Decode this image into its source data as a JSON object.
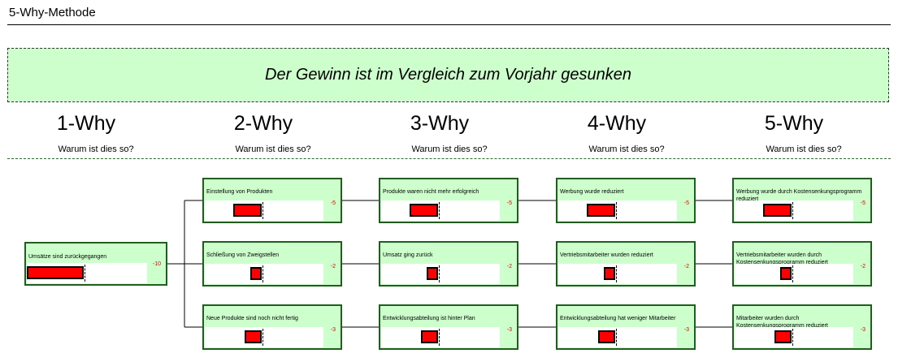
{
  "header": {
    "title": "5-Why-Methode"
  },
  "problem": {
    "text": "Der Gewinn ist im Vergleich zum Vorjahr gesunken"
  },
  "columns": [
    {
      "label": "1-Why",
      "question": "Warum ist dies so?"
    },
    {
      "label": "2-Why",
      "question": "Warum ist dies so?"
    },
    {
      "label": "3-Why",
      "question": "Warum ist dies so?"
    },
    {
      "label": "4-Why",
      "question": "Warum ist dies so?"
    },
    {
      "label": "5-Why",
      "question": "Warum ist dies so?"
    }
  ],
  "colors": {
    "node_fill": "#ccffcc",
    "node_border": "#1f5e1f",
    "bar_fill": "#ff0000",
    "value_text": "#e00000"
  },
  "root": {
    "text": "Umsätze sind zurückgegangen",
    "value": "-10"
  },
  "chains": [
    [
      {
        "text": "Einstellung von Produkten",
        "value": "-5"
      },
      {
        "text": "Produkte waren nicht mehr erfolgreich",
        "value": "-5"
      },
      {
        "text": "Werbung wurde reduziert",
        "value": "-5"
      },
      {
        "text": "Werbung wurde durch Kostensenkungsprogramm reduziert",
        "value": "-5"
      }
    ],
    [
      {
        "text": "Schließung von Zweigstellen",
        "value": "-2"
      },
      {
        "text": "Umsatz ging zurück",
        "value": "-2"
      },
      {
        "text": "Vertriebsmitarbeiter wurden reduziert",
        "value": "-2"
      },
      {
        "text": "Vertriebsmitarbeiter wurden durch Kostensenkungsprogramm reduziert",
        "value": "-2"
      }
    ],
    [
      {
        "text": "Neue Produkte sind noch nicht fertig",
        "value": "-3"
      },
      {
        "text": "Entwicklungsabteilung ist hinter Plan",
        "value": "-3"
      },
      {
        "text": "Entwicklungsabteilung hat weniger Mitarbeiter",
        "value": "-3"
      },
      {
        "text": "Mitarbeiter wurden durch Kostensenkungsprogramm reduziert",
        "value": "-3"
      }
    ]
  ]
}
